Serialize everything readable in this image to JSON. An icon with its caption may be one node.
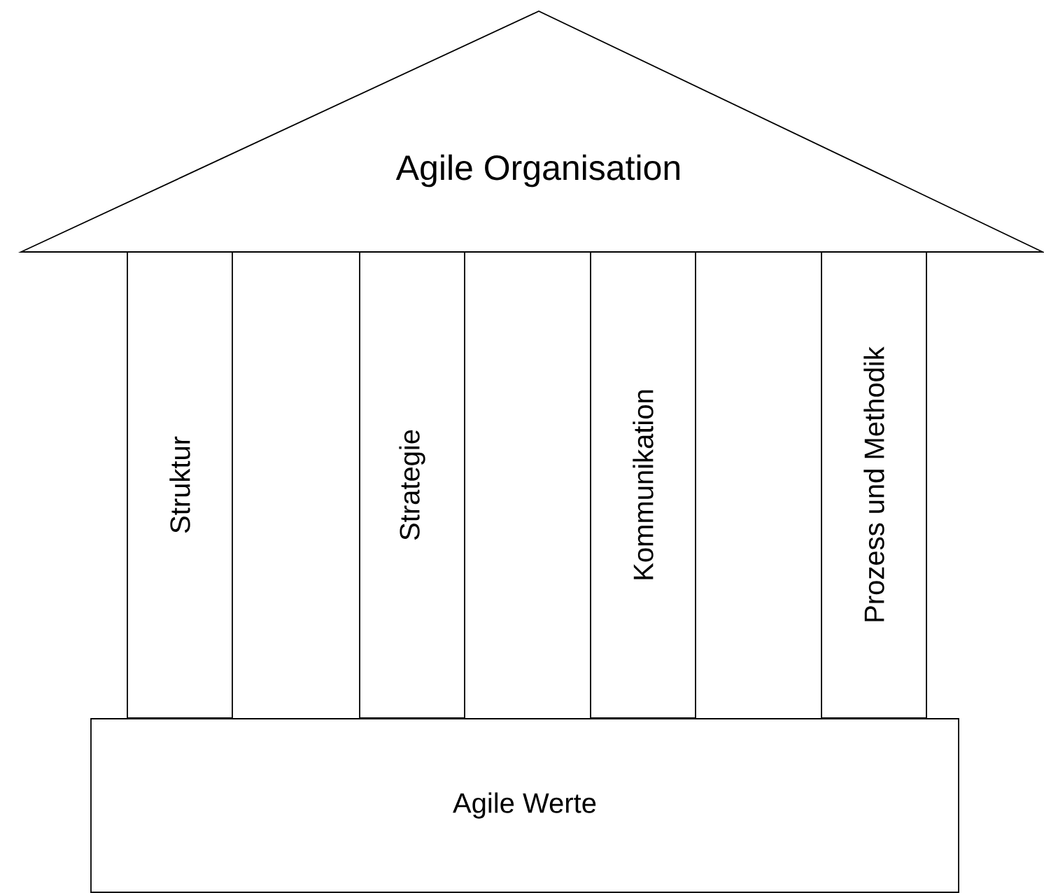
{
  "diagram": {
    "nodes": [
      {
        "text": [
          "Agile Organisation"
        ]
      },
      {
        "text": [
          "Struktur"
        ]
      },
      {
        "text": [
          "Strategie"
        ]
      },
      {
        "text": [
          "Kommunikation"
        ]
      },
      {
        "text": [
          "Prozess und Methodik"
        ]
      },
      {
        "text": [
          "Agile Werte"
        ]
      }
    ]
  }
}
